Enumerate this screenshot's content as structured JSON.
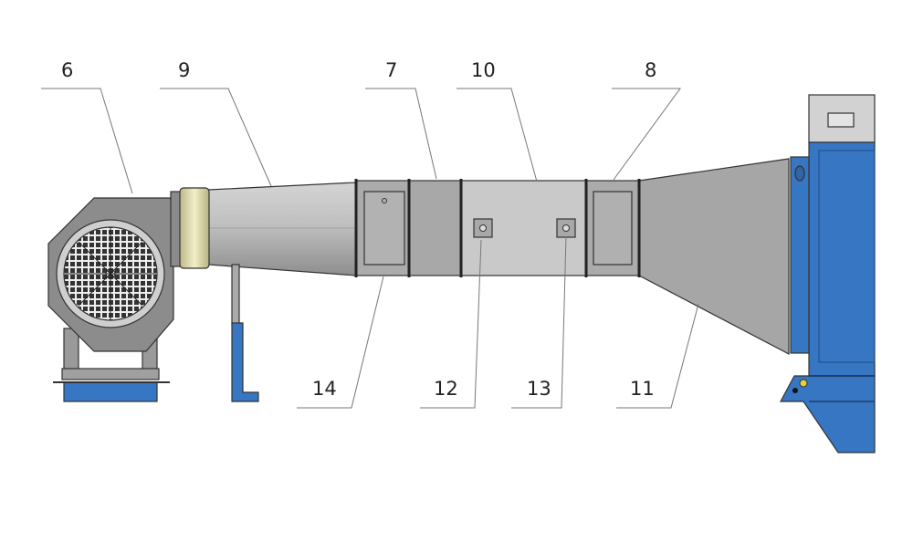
{
  "title": "Fan and duct assembly with callout numbers",
  "callouts": [
    {
      "id": "6",
      "text": "6",
      "part": "fan"
    },
    {
      "id": "9",
      "text": "9",
      "part": "inlet-transition"
    },
    {
      "id": "7",
      "text": "7",
      "part": "duct-section-left"
    },
    {
      "id": "10",
      "text": "10",
      "part": "duct-section-middle"
    },
    {
      "id": "8",
      "text": "8",
      "part": "duct-section-right"
    },
    {
      "id": "14",
      "text": "14",
      "part": "inspection-door"
    },
    {
      "id": "12",
      "text": "12",
      "part": "sensor-port-left"
    },
    {
      "id": "13",
      "text": "13",
      "part": "sensor-port-right"
    },
    {
      "id": "11",
      "text": "11",
      "part": "outlet-transition"
    }
  ],
  "colors": {
    "steel": "#a9a9a9",
    "steel_light": "#c8c8c8",
    "steel_dark": "#808080",
    "blue": "#3676c2",
    "yellow": "#e6e0a8"
  }
}
